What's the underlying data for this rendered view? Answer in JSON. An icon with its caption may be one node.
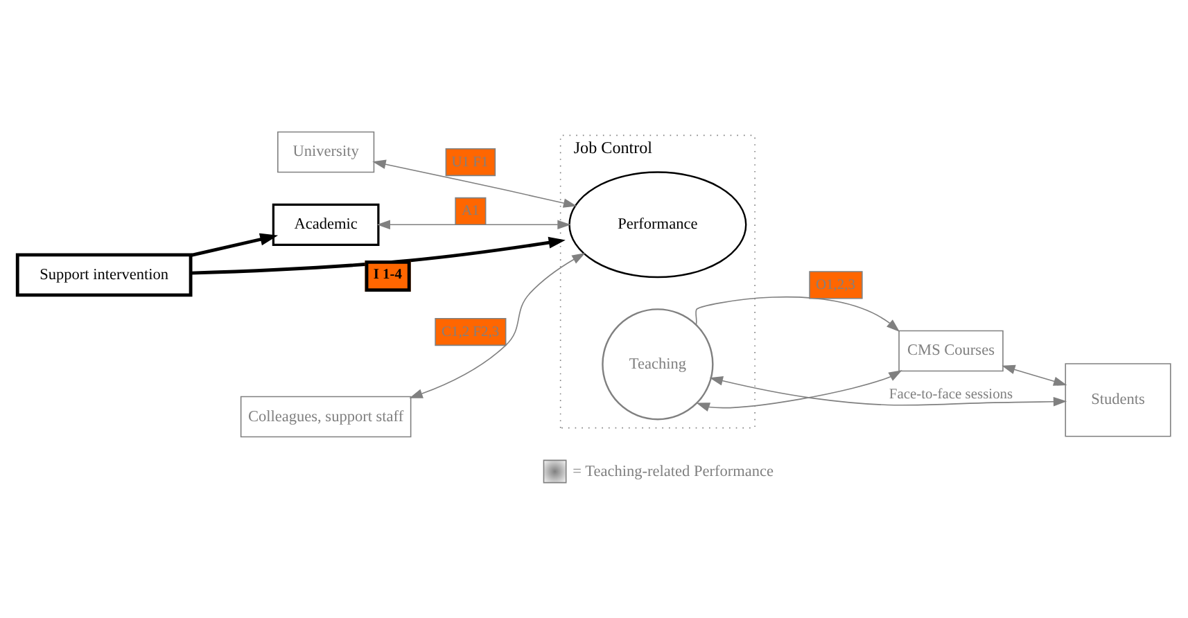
{
  "diagram": {
    "nodes": [
      {
        "text": [
          "University"
        ]
      },
      {
        "text": [
          "Support intervention"
        ]
      },
      {
        "text": [
          "Academic"
        ]
      },
      {
        "text": [
          "Job Control"
        ]
      },
      {
        "text": [
          "Performance"
        ],
        "in": 3
      },
      {
        "text": [
          "Teaching"
        ],
        "in": 3
      },
      {
        "text": [
          "CMS Courses"
        ]
      },
      {
        "text": [
          "Students"
        ]
      },
      {
        "text": [
          "Colleagues, support staff"
        ]
      }
    ],
    "edges": [
      {
        "from": 1,
        "to": 3,
        "arrow": "to",
        "label": "I 1-4",
        "style": "thick",
        "color": "#000000"
      },
      {
        "from": 1,
        "to": 2,
        "arrow": "to",
        "style": "thick",
        "color": "#000000"
      },
      {
        "from": 0,
        "to": 4,
        "arrow": "both",
        "label": "U1 F1"
      },
      {
        "from": 2,
        "to": 4,
        "arrow": "both",
        "label": "A1"
      },
      {
        "from": 5,
        "to": 6,
        "arrow": "to",
        "label": "O1,2,3"
      },
      {
        "from": 5,
        "to": 6,
        "arrow": "both"
      },
      {
        "from": 6,
        "to": 7,
        "arrow": "both"
      },
      {
        "from": 5,
        "to": 7,
        "arrow": "both",
        "label": "Face-to-face sessions"
      },
      {
        "from": 8,
        "to": 4,
        "arrow": "both",
        "label": "C1,2 F2,3"
      }
    ],
    "legend": [
      {
        "text": "= Teaching-related Performance"
      }
    ]
  }
}
